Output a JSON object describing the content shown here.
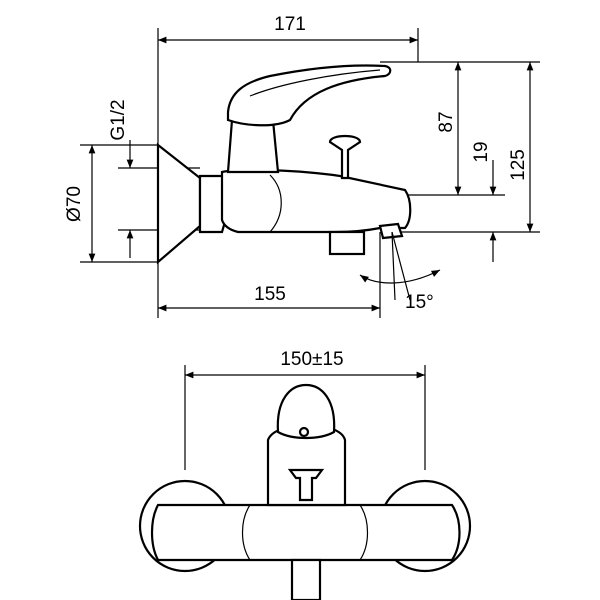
{
  "side_view": {
    "overall_width": "171",
    "thread_size": "G1/2",
    "flange_diameter": "Ø70",
    "lever_to_spout_height": "87",
    "spout_height": "19",
    "overall_height": "125",
    "projection": "155",
    "spout_angle": "15°"
  },
  "front_view": {
    "center_distance": "150±15"
  }
}
